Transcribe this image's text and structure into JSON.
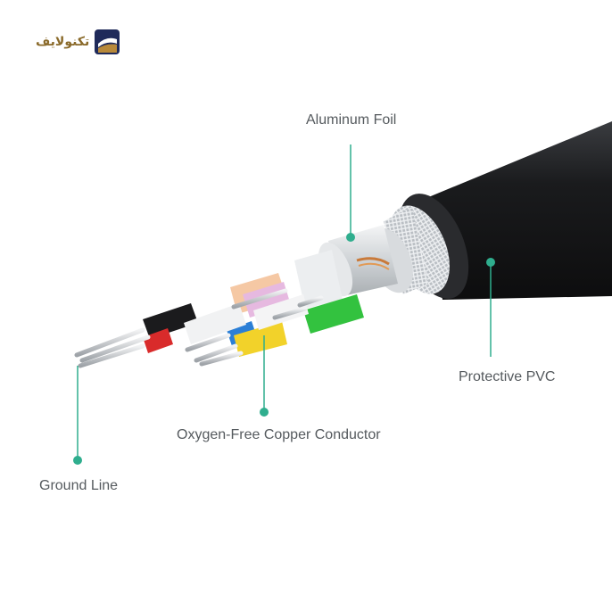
{
  "brand": {
    "logo_text": "تکنولایف",
    "logo_icon": "brand-mark-icon",
    "colors": {
      "navy": "#1f2a5a",
      "gold": "#b8893a"
    }
  },
  "callouts": {
    "aluminum_foil": "Aluminum Foil",
    "protective_pvc": "Protective PVC",
    "copper_conductor": "Oxygen-Free Copper Conductor",
    "ground_line": "Ground Line"
  },
  "colors": {
    "callout_line": "#2fae8e",
    "jacket": "#1b1c1e",
    "shield_braid": "#c9cdd1",
    "foil": "#e4e6e8"
  }
}
